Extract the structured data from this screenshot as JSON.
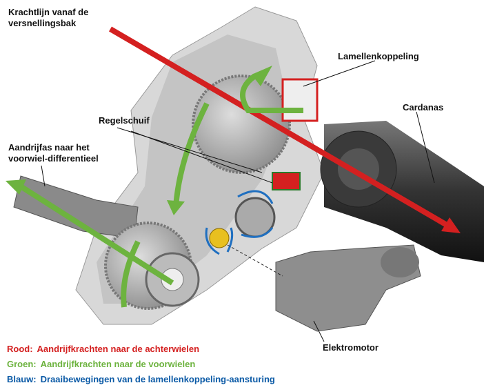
{
  "labels": {
    "krachtlijn": [
      "Krachtlijn vanaf de",
      "versnellingsbak"
    ],
    "lamellenkoppeling": "Lamellenkoppeling",
    "cardanas": "Cardanas",
    "regelschuif": "Regelschuif",
    "aandrijfas": [
      "Aandrijfas naar het",
      "voorwiel-differentieel"
    ],
    "elektromotor": "Elektromotor"
  },
  "legend": [
    {
      "key": "Rood:",
      "text": "Aandrijfkrachten naar de achterwielen",
      "color": "#d42020"
    },
    {
      "key": "Groen:",
      "text": "Aandrijfkrachten naar de voorwielen",
      "color": "#6db33f"
    },
    {
      "key": "Blauw:",
      "text": "Draaibewegingen van de lamellenkoppeling-aansturing",
      "color": "#0b5aa6"
    }
  ],
  "colors": {
    "red": "#d42020",
    "green": "#6db33f",
    "blue": "#1f6fc0"
  }
}
